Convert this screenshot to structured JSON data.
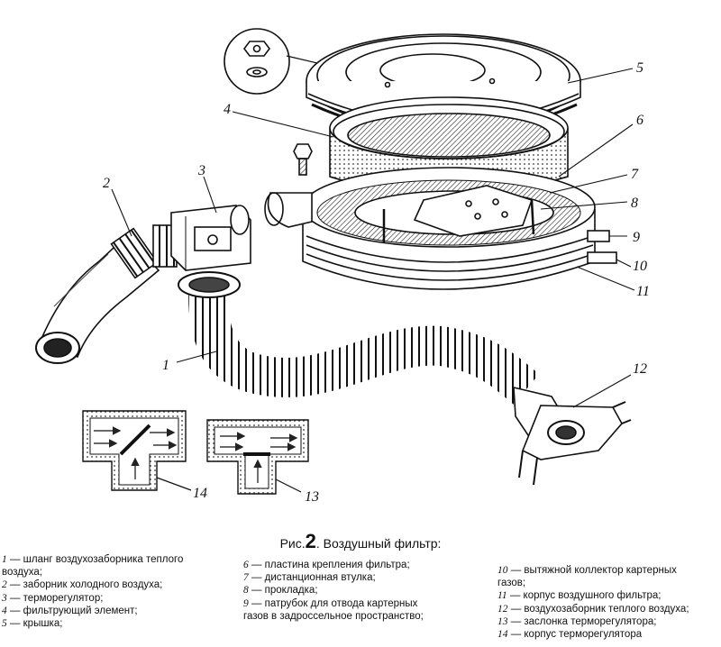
{
  "callouts": {
    "n1": "1",
    "n2": "2",
    "n3": "3",
    "n4": "4",
    "n5": "5",
    "n6": "6",
    "n7": "7",
    "n8": "8",
    "n9": "9",
    "n10": "10",
    "n11": "11",
    "n12": "12",
    "n13": "13",
    "n14": "14"
  },
  "caption": {
    "prefix": "Рис.",
    "number": "2",
    "title": ". Воздушный фильтр:"
  },
  "legend": {
    "col1": [
      {
        "n": "1",
        "text": " — шланг воздухозаборника теплого"
      },
      {
        "n": "",
        "text": "воздуха;"
      },
      {
        "n": "2",
        "text": " — заборник холодного воздуха;"
      },
      {
        "n": "3",
        "text": " — терморегулятор;"
      },
      {
        "n": "4",
        "text": " — фильтрующий элемент;"
      },
      {
        "n": "5",
        "text": " — крышка;"
      }
    ],
    "col2": [
      {
        "n": "6",
        "text": " — пластина крепления фильтра;"
      },
      {
        "n": "7",
        "text": " — дистанционная втулка;"
      },
      {
        "n": "8",
        "text": " — прокладка;"
      },
      {
        "n": "9",
        "text": " — патрубок для отвода картерных"
      },
      {
        "n": "",
        "text": "газов в задроссельное пространство;"
      }
    ],
    "col3": [
      {
        "n": "10",
        "text": " — вытяжной коллектор картерных"
      },
      {
        "n": "",
        "text": "газов;"
      },
      {
        "n": "11",
        "text": " — корпус воздушного фильтра;"
      },
      {
        "n": "12",
        "text": " — воздухозаборник теплого воздуха;"
      },
      {
        "n": "13",
        "text": " — заслонка терморегулятора;"
      },
      {
        "n": "14",
        "text": " — корпус терморегулятора"
      }
    ]
  }
}
